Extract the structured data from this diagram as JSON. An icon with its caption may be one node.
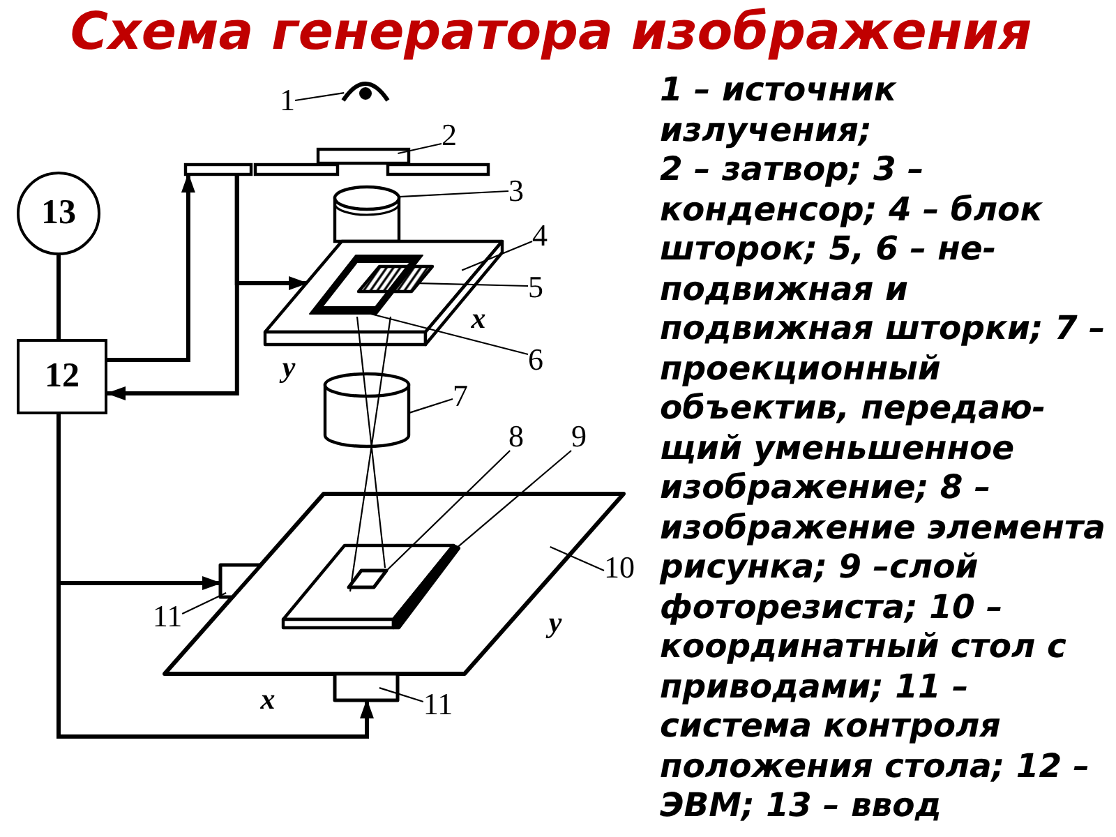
{
  "diagram": {
    "title": "Схема генератора изображения",
    "nodes": [
      {
        "text": [
          "1"
        ]
      },
      {
        "text": [],
        "shape": "circle"
      },
      {
        "text": [
          "2"
        ]
      },
      {
        "text": [],
        "shape": "bar"
      },
      {
        "text": [],
        "shape": "bar"
      },
      {
        "text": [
          "13"
        ]
      },
      {
        "text": [
          "3"
        ]
      },
      {
        "text": [],
        "shape": "cylinder"
      },
      {
        "text": [
          "4"
        ]
      },
      {
        "text": [],
        "shape": "box"
      },
      {
        "text": [],
        "shape": "box",
        "in": 9
      },
      {
        "text": [],
        "shape": "box",
        "in": 9
      },
      {
        "text": [
          "5"
        ]
      },
      {
        "text": [
          "6"
        ]
      },
      {
        "text": [
          "12"
        ]
      },
      {
        "text": [
          "7"
        ]
      },
      {
        "text": [],
        "shape": "cylinder"
      },
      {
        "text": [
          "8"
        ]
      },
      {
        "text": [
          "9"
        ]
      },
      {
        "text": [],
        "shape": "box"
      },
      {
        "text": [],
        "shape": "box",
        "in": 19
      },
      {
        "text": [],
        "shape": "box",
        "in": 20
      },
      {
        "text": [
          "10"
        ]
      },
      {
        "text": [
          "11"
        ]
      },
      {
        "text": [],
        "shape": "box"
      },
      {
        "text": [
          "11"
        ]
      },
      {
        "text": [],
        "shape": "box"
      }
    ],
    "edges": [
      {
        "from": 0,
        "to": 1,
        "arrow": "none"
      },
      {
        "from": 2,
        "to": 3,
        "arrow": "none"
      },
      {
        "from": 6,
        "to": 7,
        "arrow": "none"
      },
      {
        "from": 8,
        "to": 9,
        "arrow": "none"
      },
      {
        "from": 12,
        "to": 10,
        "arrow": "none"
      },
      {
        "from": 13,
        "to": 11,
        "arrow": "none"
      },
      {
        "from": 15,
        "to": 16,
        "arrow": "none"
      },
      {
        "from": 17,
        "to": 21,
        "arrow": "none"
      },
      {
        "from": 18,
        "to": 20,
        "arrow": "none"
      },
      {
        "from": 22,
        "to": 19,
        "arrow": "none"
      },
      {
        "from": 23,
        "to": 24,
        "arrow": "none"
      },
      {
        "from": 25,
        "to": 26,
        "arrow": "none"
      },
      {
        "from": 5,
        "to": 14,
        "arrow": "none",
        "style": "thick"
      },
      {
        "from": 14,
        "to": 4,
        "arrow": "to",
        "style": "thick"
      },
      {
        "from": 4,
        "to": 14,
        "arrow": "to",
        "style": "thick"
      },
      {
        "from": 4,
        "to": 9,
        "arrow": "to",
        "style": "thick"
      },
      {
        "from": 14,
        "to": 24,
        "arrow": "to",
        "style": "thick"
      },
      {
        "from": 14,
        "to": 26,
        "arrow": "to",
        "style": "thick"
      }
    ],
    "labels": [
      "x",
      "y",
      "y",
      "x",
      "1 – источник излучения;",
      "2 – затвор; 3 – конденсор; 4 – блок шторок; 5, 6 – не- подвижная и подвижная шторки; 7 – проекционный объектив, передаю- щий уменьшенное изображение; 8 – изображение элемента рисунка; 9 –слой фоторезиста; 10 – координатный стол с приводами; 11 – система контроля положения стола; 12 – ЭВМ; 13 – ввод"
    ]
  }
}
